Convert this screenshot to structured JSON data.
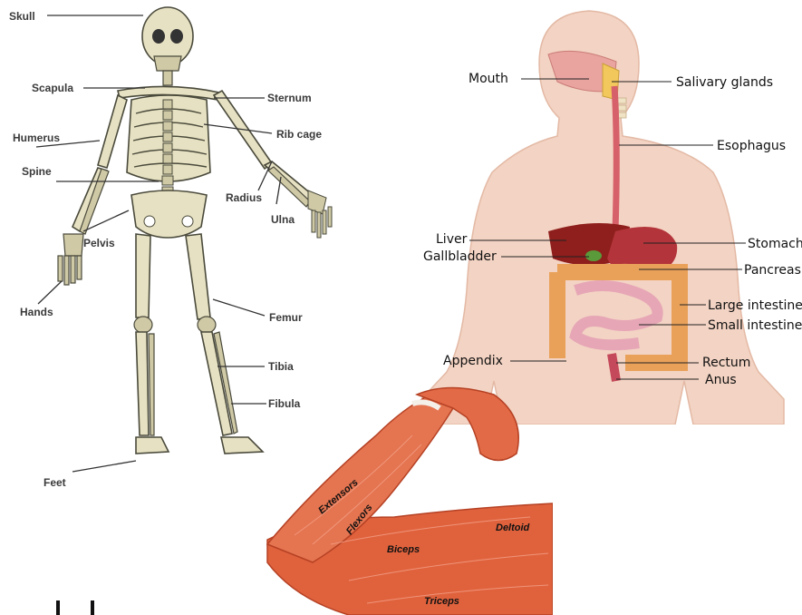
{
  "skeleton": {
    "labels": {
      "skull": "Skull",
      "scapula": "Scapula",
      "sternum": "Sternum",
      "humerus": "Humerus",
      "rib_cage": "Rib cage",
      "spine": "Spine",
      "radius": "Radius",
      "ulna": "Ulna",
      "pelvis": "Pelvis",
      "hands": "Hands",
      "femur": "Femur",
      "tibia": "Tibia",
      "fibula": "Fibula",
      "feet": "Feet"
    }
  },
  "digestive": {
    "labels": {
      "mouth": "Mouth",
      "salivary_glands": "Salivary glands",
      "esophagus": "Esophagus",
      "liver": "Liver",
      "stomach": "Stomach",
      "gallbladder": "Gallbladder",
      "pancreas": "Pancreas",
      "large_intestine": "Large intestine",
      "small_intestine": "Small intestine",
      "appendix": "Appendix",
      "rectum": "Rectum",
      "anus": "Anus"
    }
  },
  "muscles": {
    "labels": {
      "extensors": "Extensors",
      "flexors": "Flexors",
      "deltoid": "Deltoid",
      "biceps": "Biceps",
      "triceps": "Triceps"
    }
  },
  "colors": {
    "bone": "#e6e1c2",
    "skin": "#f3d3c3",
    "muscle": "#e0623d",
    "liver": "#8e1f1c",
    "intestine": "#e9a15a",
    "small_intestine": "#e6a6b6"
  }
}
